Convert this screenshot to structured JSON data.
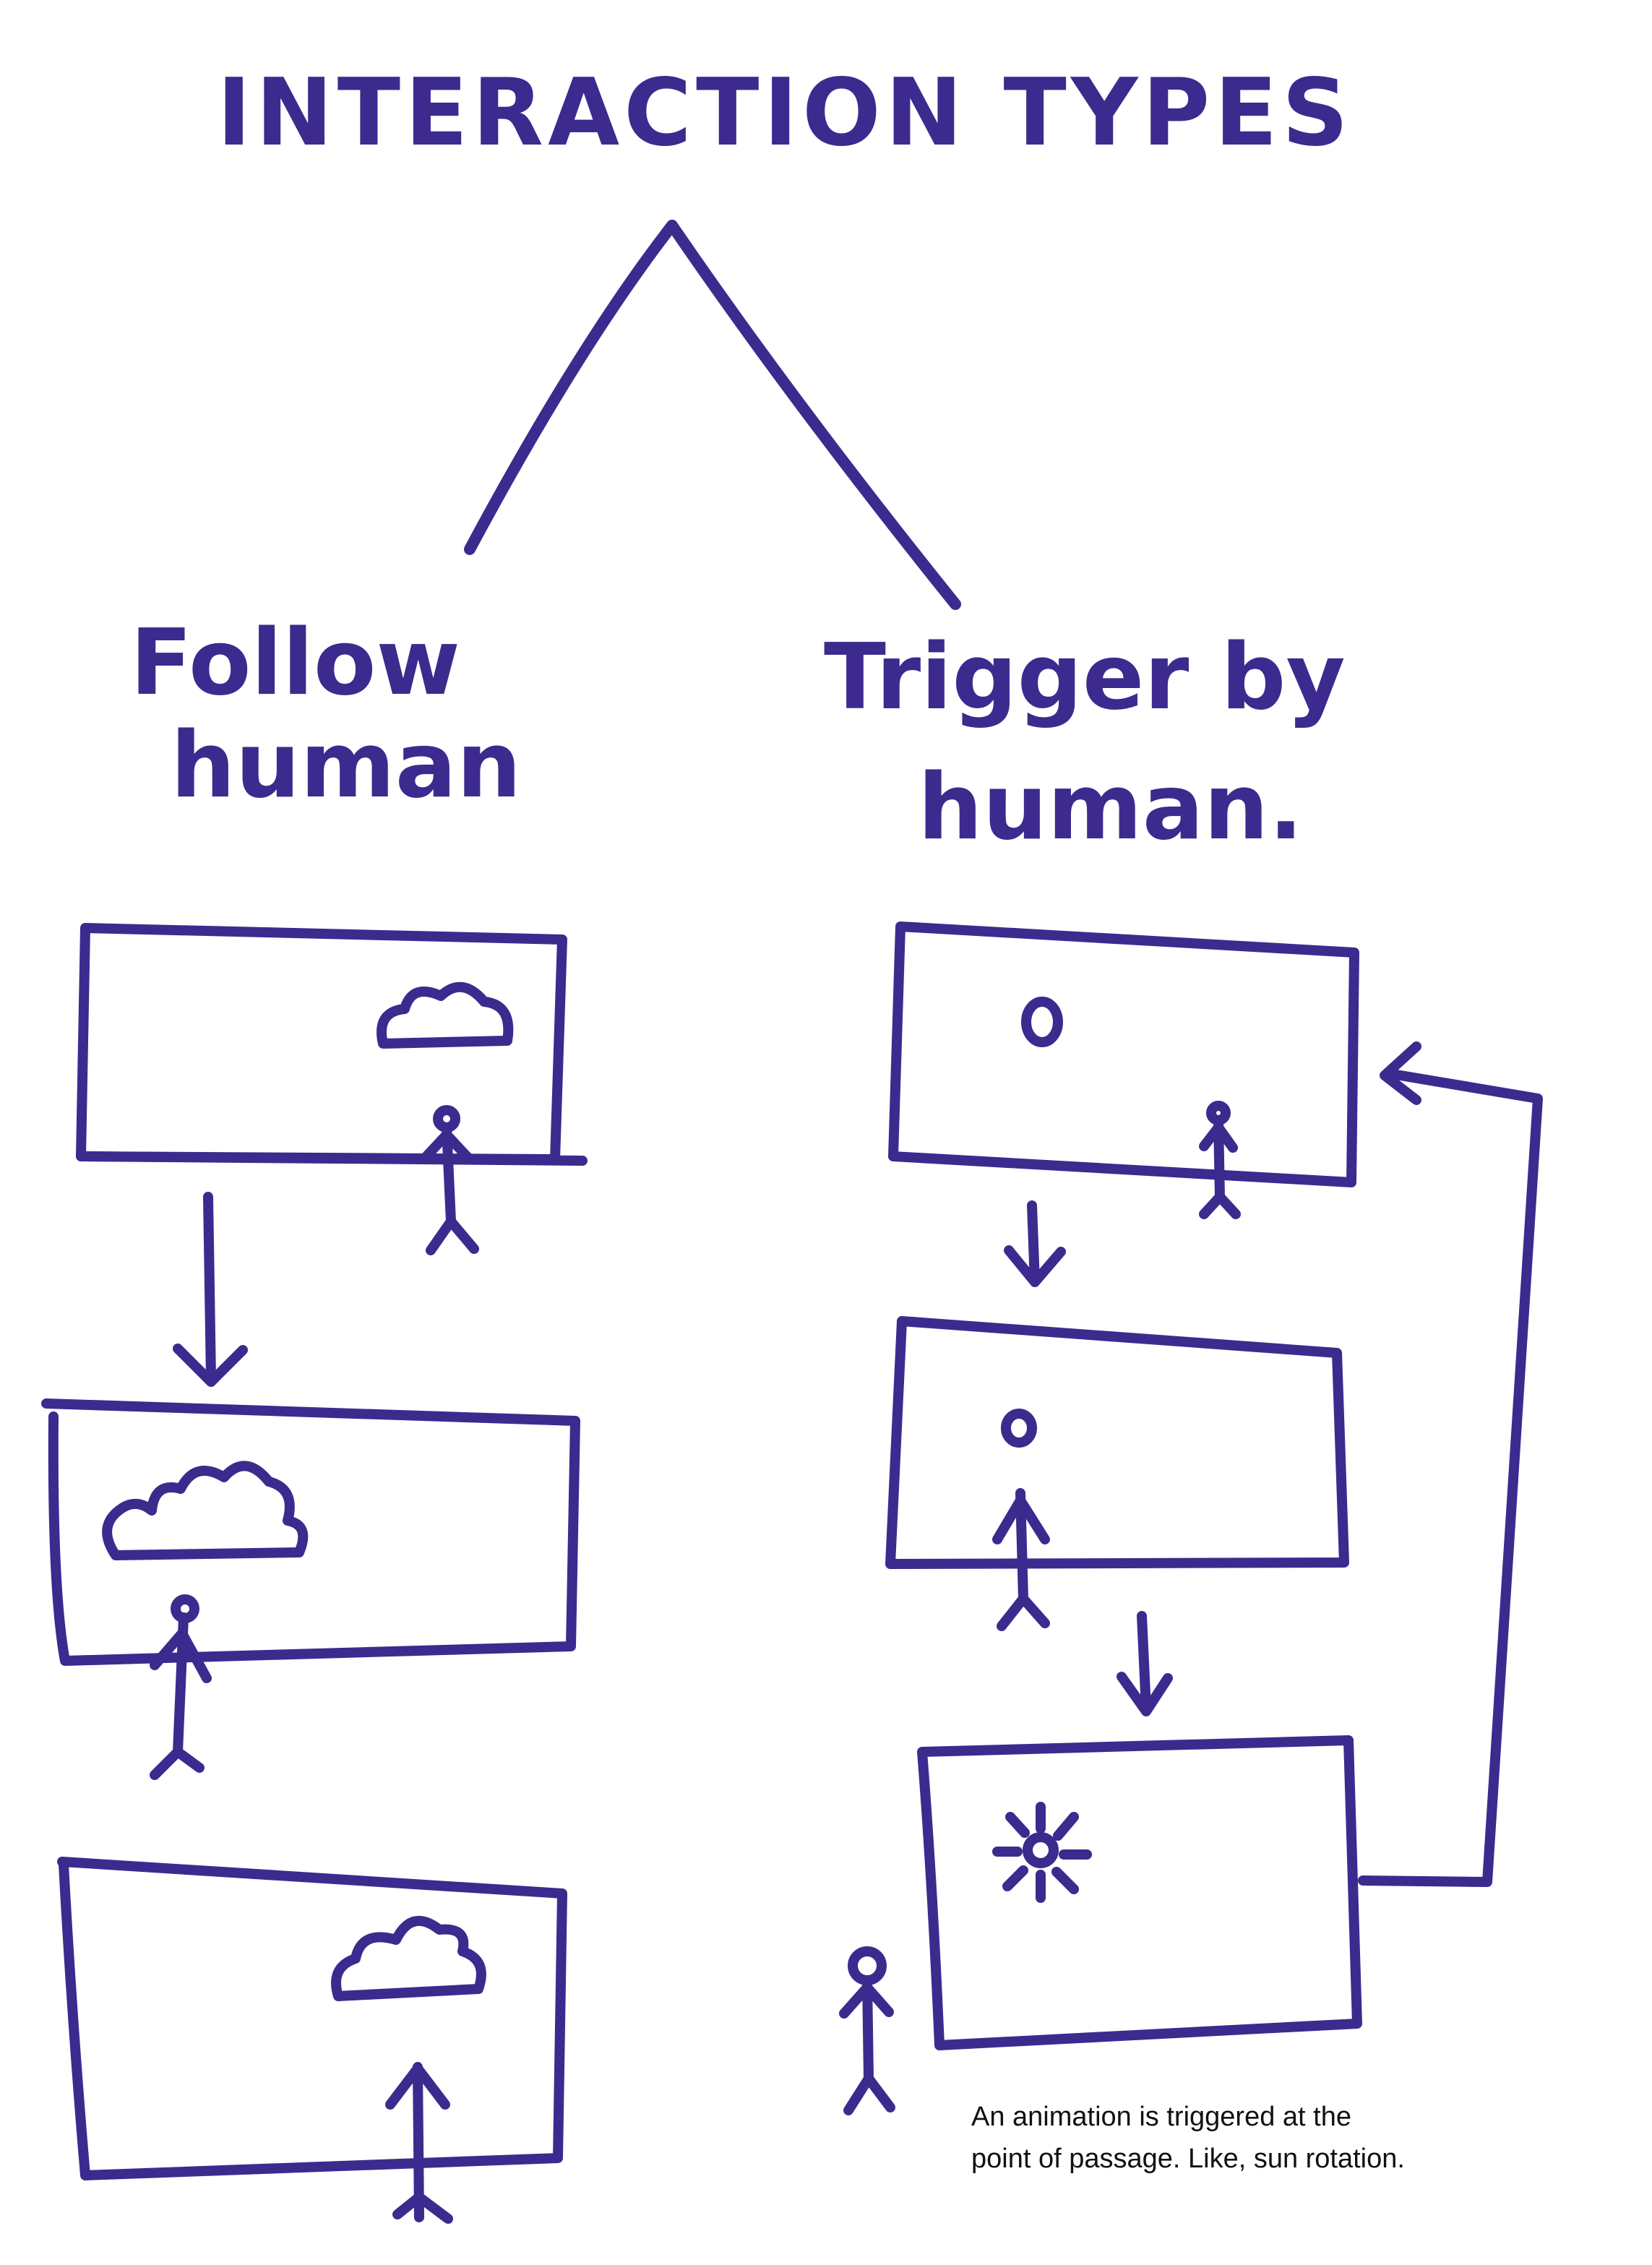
{
  "title": "INTERACTION TYPES",
  "branches": {
    "left": {
      "label_line1": "Follow",
      "label_line2": "human"
    },
    "right": {
      "label_line1": "Trigger by",
      "label_line2": "human."
    }
  },
  "note": {
    "line1": "An animation is triggered at the",
    "line2": "point of passage. Like, sun rotation."
  },
  "colors": {
    "ink": "#3d2a8e",
    "background": "#ffffff",
    "note_text": "#111111"
  },
  "icons": [
    "cloud-icon",
    "stick-figure-icon",
    "moon-icon",
    "sun-icon",
    "arrow-down-icon",
    "loop-arrow-icon"
  ]
}
